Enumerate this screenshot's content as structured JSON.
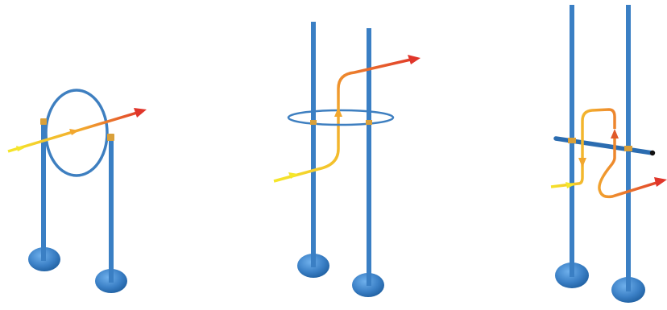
{
  "colors": {
    "pole": "#3a7fc4",
    "pole_dark": "#1f5d9b",
    "base": "#3b80c6",
    "base_shadow": "#1f5fa0",
    "ring": "#3e7fc0",
    "joint": "#d9a03a",
    "path_start": "#f5e72a",
    "path_mid": "#f2a72e",
    "path_end": "#e0352a"
  },
  "scenes": [
    {
      "kind": "hoop-between-poles"
    },
    {
      "kind": "horizontal-ring-around-poles"
    },
    {
      "kind": "crossbar-square-loop"
    }
  ]
}
